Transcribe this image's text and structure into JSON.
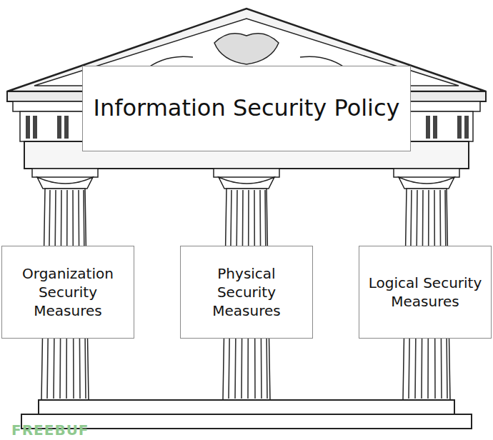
{
  "diagram": {
    "nodes": [
      {
        "text": [
          "Information Security Policy"
        ]
      },
      {
        "text": [
          "Organization Security Measures"
        ]
      },
      {
        "text": [
          "Physical Security Measures"
        ]
      },
      {
        "text": [
          "Logical Security Measures"
        ]
      }
    ],
    "labels": [
      "FREEBUF"
    ]
  }
}
